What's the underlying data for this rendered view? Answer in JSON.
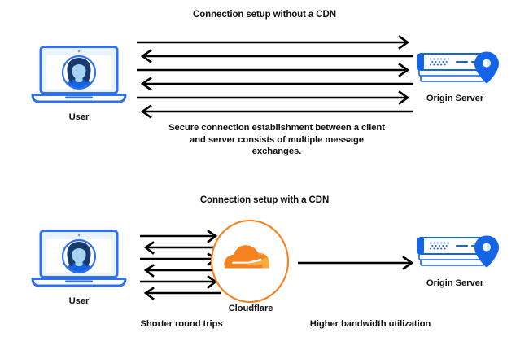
{
  "diagram": {
    "title_top": "Connection setup without a CDN",
    "title_bottom": "Connection setup with a CDN",
    "caption_top_line1": "Secure connection establishment between a client",
    "caption_top_line2": "and server consists of multiple message",
    "caption_top_line3": "exchanges.",
    "colors": {
      "arrow": "#000000",
      "brand_blue": "#1464e6",
      "blue_dark": "#1a4fb4",
      "blue_mid": "#2f6ff0",
      "blue_light": "#cfe4fb",
      "blue_pale": "#e8f3fe",
      "navy": "#17396f",
      "cloudflare_orange": "#f6821f",
      "cloudflare_orange_light": "#faad3f",
      "text": "#0f0f0f",
      "background": "#ffffff"
    }
  },
  "top_section": {
    "user": {
      "label": "User",
      "icon": "laptop-user-icon"
    },
    "origin_server": {
      "label": "Origin Server",
      "icon": "server-location-icon"
    },
    "arrows": [
      {
        "direction": "right",
        "name": "arrow-right-1"
      },
      {
        "direction": "left",
        "name": "arrow-left-1"
      },
      {
        "direction": "right",
        "name": "arrow-right-2"
      },
      {
        "direction": "left",
        "name": "arrow-left-2"
      },
      {
        "direction": "right",
        "name": "arrow-right-3"
      },
      {
        "direction": "left",
        "name": "arrow-left-3"
      }
    ]
  },
  "bottom_section": {
    "user": {
      "label": "User",
      "icon": "laptop-user-icon"
    },
    "cdn": {
      "label": "Cloudflare",
      "icon": "cloudflare-logo-icon"
    },
    "origin_server": {
      "label": "Origin Server",
      "icon": "server-location-icon"
    },
    "arrows_left": [
      {
        "direction": "right",
        "name": "cdn-arrow-right-1"
      },
      {
        "direction": "left",
        "name": "cdn-arrow-left-1"
      },
      {
        "direction": "right",
        "name": "cdn-arrow-right-2"
      },
      {
        "direction": "left",
        "name": "cdn-arrow-left-2"
      },
      {
        "direction": "right",
        "name": "cdn-arrow-right-3"
      },
      {
        "direction": "left",
        "name": "cdn-arrow-left-3"
      }
    ],
    "arrow_right_single": {
      "direction": "right",
      "name": "cdn-to-origin-arrow"
    },
    "label_left": "Shorter round trips",
    "label_right": "Higher bandwidth utilization"
  }
}
